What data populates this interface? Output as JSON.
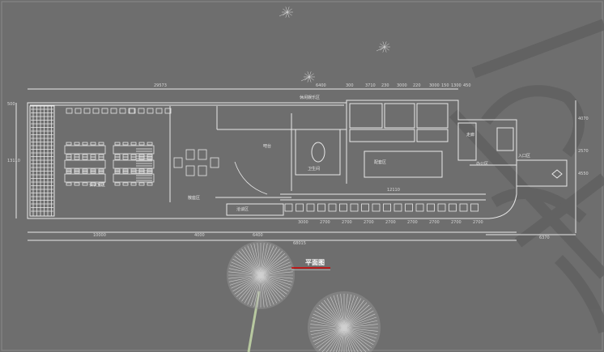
{
  "colors": {
    "background": "#6e6e6e",
    "line": "#e8e8e8",
    "watermark": "#5f5f5f",
    "caption_underline": "#d40000"
  },
  "plan": {
    "caption": "平面图",
    "top_dimensions": [
      "29573",
      "6400",
      "300",
      "3710",
      "230",
      "3000",
      "220",
      "3000",
      "150",
      "1300",
      "450"
    ],
    "bottom_dimensions": [
      "10000",
      "4000",
      "6400",
      "3000",
      "2700",
      "2700",
      "2700",
      "2700",
      "2700",
      "2700",
      "2700",
      "2700"
    ],
    "overall_dimension": "68015",
    "mid_dimension": "12110",
    "left_dimensions": [
      "500",
      "13110"
    ],
    "right_dimensions": [
      "4070",
      "2570",
      "4550",
      "6370"
    ],
    "room_labels": [
      "会议室区",
      "散座区",
      "吧台",
      "休闲娱乐区",
      "卫生间",
      "配套区",
      "洽谈区",
      "办公区",
      "走廊",
      "入口区"
    ]
  }
}
